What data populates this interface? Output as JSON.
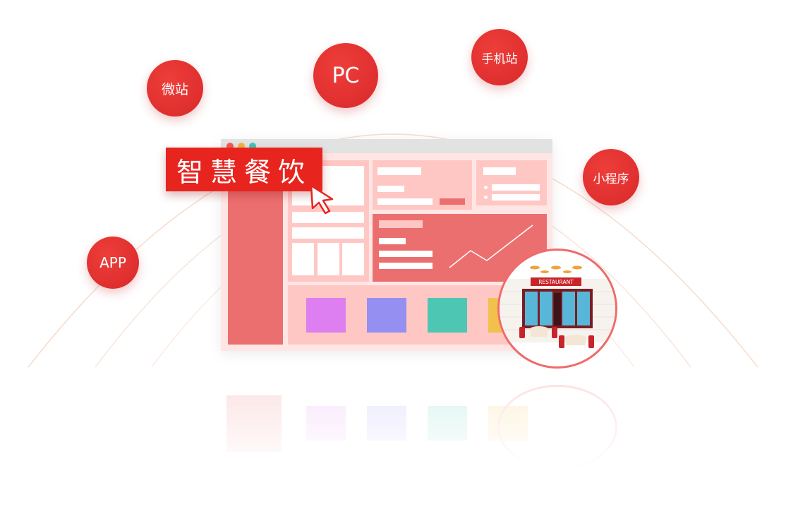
{
  "banner": {
    "title": "智慧餐饮"
  },
  "platforms": {
    "app": "APP",
    "weizhan": "微站",
    "pc": "PC",
    "mobile": "手机站",
    "miniprogram": "小程序"
  },
  "restaurant": {
    "sign": "RESTAURANT"
  },
  "colors": {
    "bubble": "#e2302e",
    "banner": "#e8241f",
    "panel_dark": "#ec6f6f",
    "panel_light": "#ffc7c4",
    "tile_1": "#dd7ff0",
    "tile_2": "#968ff2",
    "tile_3": "#4dc6b4",
    "tile_4": "#f1c14c"
  },
  "icons": [
    "cursor-arrow-icon",
    "chart-line-icon"
  ]
}
